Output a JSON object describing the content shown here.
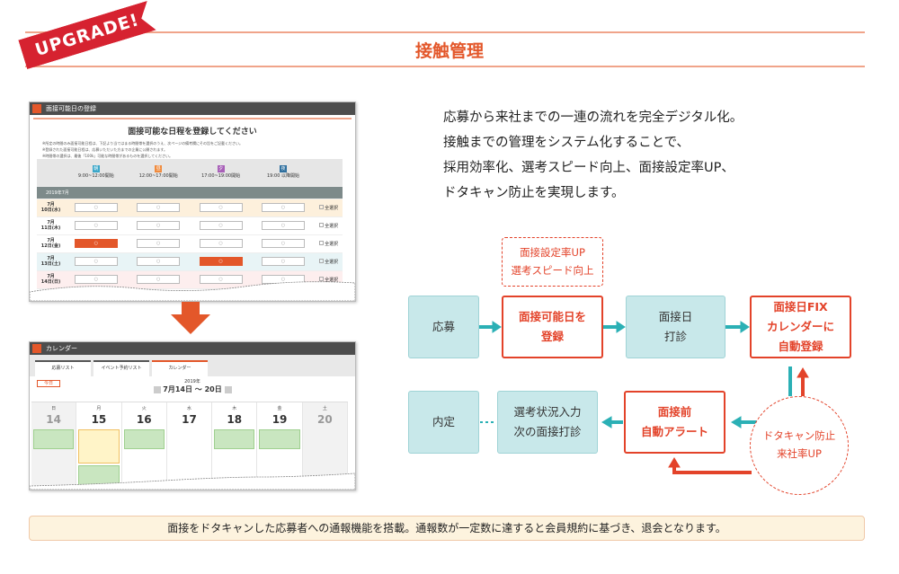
{
  "badge": "UPGRADE!",
  "title": "接触管理",
  "colors": {
    "accent": "#e3572a",
    "teal": "#2bb0b5",
    "red": "#e3432a"
  },
  "shot1": {
    "window_title": "面接可能日の登録",
    "heading": "面接可能な日程を登録してください",
    "notes": [
      "※所定の時間のみ面接可能日程は、下記より当てはまる時間帯を選択のうえ、次ページの備考欄にその旨をご記載ください。",
      "※登録された面接可能日程は、応募いただいた方までの企業に公開されます。",
      "※時間帯の選択は、最後「100k」可能な時間帯があるものを選択してください。"
    ],
    "slots": [
      {
        "tag": "朝",
        "label": "9:00~12:00開始",
        "color": "#3ba7c9"
      },
      {
        "tag": "昼",
        "label": "12:00~17:00開始",
        "color": "#f08a3c"
      },
      {
        "tag": "夕",
        "label": "17:00~19:00開始",
        "color": "#a860b8"
      },
      {
        "tag": "夜",
        "label": "19:00 以降開始",
        "color": "#2e6f9e"
      }
    ],
    "month": "2019年7月",
    "select_all": "全選択",
    "mark": "○",
    "rows": [
      {
        "day": "7月\n10日(水)",
        "on": []
      },
      {
        "day": "7月\n11日(木)",
        "on": []
      },
      {
        "day": "7月\n12日(金)",
        "on": [
          0
        ]
      },
      {
        "day": "7月\n13日(土)",
        "on": [
          2
        ]
      },
      {
        "day": "7月\n14日(日)",
        "on": []
      }
    ]
  },
  "shot2": {
    "window_title": "カレンダー",
    "tabs": [
      "応募リスト",
      "イベント予約リスト",
      "カレンダー"
    ],
    "today": "今日",
    "year": "2019年",
    "range": "7月14日 ～ 20日",
    "days": [
      {
        "w": "日",
        "n": "14",
        "ev": 1
      },
      {
        "w": "月",
        "n": "15",
        "ev": 2
      },
      {
        "w": "火",
        "n": "16",
        "ev": 1
      },
      {
        "w": "水",
        "n": "17",
        "ev": 0
      },
      {
        "w": "木",
        "n": "18",
        "ev": 1
      },
      {
        "w": "金",
        "n": "19",
        "ev": 1
      },
      {
        "w": "土",
        "n": "20",
        "ev": 0
      }
    ]
  },
  "paragraph": [
    "応募から来社までの一連の流れを完全デジタル化。",
    "接触までの管理をシステム化することで、",
    "採用効率化、選考スピード向上、面接設定率UP、",
    "ドタキャン防止を実現します。"
  ],
  "flow": {
    "bubble": "面接設定率UP\n選考スピード向上",
    "apply": "応募",
    "register": "面接可能日を\n登録",
    "propose": "面接日\n打診",
    "fix": "面接日FIX\nカレンダーに\n自動登録",
    "offer": "内定",
    "status": "選考状況入力\n次の面接打診",
    "alert": "面接前\n自動アラート",
    "circle": "ドタキャン防止\n来社率UP"
  },
  "footer": "面接をドタキャンした応募者への通報機能を搭載。通報数が一定数に達すると会員規約に基づき、退会となります。"
}
